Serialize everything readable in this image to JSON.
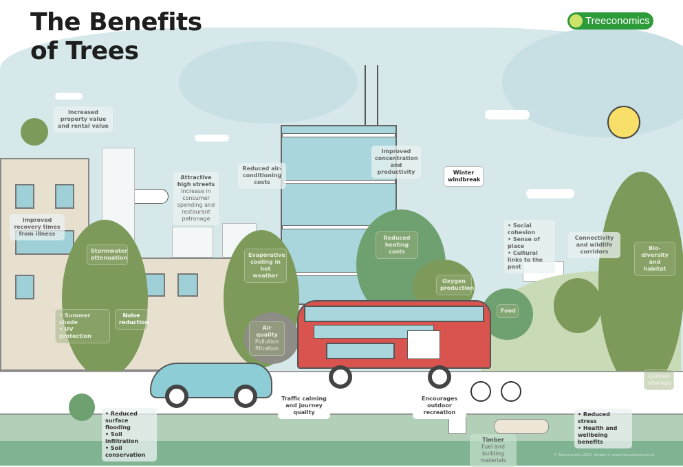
{
  "title": {
    "line1": "The Benefits",
    "line2": "of Trees"
  },
  "logo": {
    "text": "Treeconomics"
  },
  "labels": {
    "property": "Increased property value and rental value",
    "recovery": "Improved recovery times from illness",
    "high_streets_title": "Attractive high streets",
    "high_streets_body": "Increase in consumer spending and restaurant patronage",
    "aircon": "Reduced air-conditioning costs",
    "concentration": "Improved concentration and productivity",
    "windbreak": "Winter windbreak",
    "heating": "Reduced heating costs",
    "stormwater": "Stormwater attenuation",
    "evaporative": "Evaporative cooling in hot weather",
    "social": [
      "Social cohesion",
      "Sense of place",
      "Cultural links to the past"
    ],
    "connectivity": "Connectivity and wildlife corridors",
    "biodiversity": "Bio-diversity and habitat",
    "oxygen": "Oxygen production",
    "shade": [
      "Summer shade",
      "UV protection"
    ],
    "noise": "Noise reduction",
    "air_quality_title": "Air quality",
    "air_quality_body": "Pollution filtration",
    "food": "Food",
    "carbon": "Carbon storage",
    "traffic": "Traffic calming and journey quality",
    "recreation": "Encourages outdoor recreation",
    "soil": [
      "Reduced surface flooding",
      "Soil infiltration",
      "Soil conservation"
    ],
    "timber_title": "Timber",
    "timber_body": "Fuel and building materials",
    "stress": [
      "Reduced stress",
      "Health and wellbeing benefits"
    ]
  },
  "footer": "© Treeconomics 2023. Version 2. www.treeconomics.co.uk",
  "colors": {
    "sky": "#d6e8ea",
    "tree": "#7d9a5a",
    "bus": "#d9534f",
    "grass": "#7fb391",
    "logo": "#2e9b3a"
  }
}
